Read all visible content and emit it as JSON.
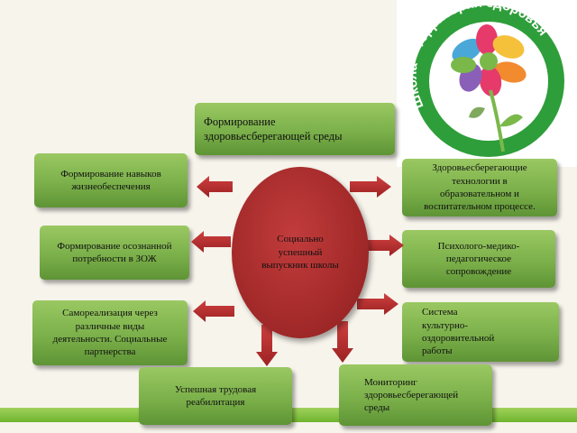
{
  "title_box": "Формирование\nздоровьесберегающей среды",
  "center_label": "Социально\nуспешный\nвыпускник школы",
  "logo": {
    "text": "Школа – территория здоровья",
    "colors": [
      "#2e9e3a",
      "#e63a6b",
      "#f5c13a",
      "#f28a2e",
      "#7ab84a",
      "#4aa8d8",
      "#8a5fb8"
    ]
  },
  "boxes": {
    "life_skills": "Формирование навыков\nжизнеобеспечения",
    "conscious_need": "Формирование осознанной\nпотребности в ЗОЖ",
    "self_realization": "Самореализация   через\nразличные виды\nдеятельности. Социальные\nпартнерства",
    "labor_rehab": "Успешная трудовая\nреабилитация",
    "technologies": "Здоровьесберегающие\nтехнологии в\nобразовательном и\nвоспитательном процессе.",
    "support": "Психолого-медико-\nпедагогическое\nсопровождение",
    "system": "Система\nкультурно-\nоздоровительной\nработы",
    "monitoring": "Мониторинг\nздоровьесберегающей\nсреды"
  },
  "colors": {
    "box_green": "#7bb04a",
    "center_red": "#a42a2a",
    "arrow_red": "#b52a2a",
    "band_green": "#8cc84b"
  }
}
